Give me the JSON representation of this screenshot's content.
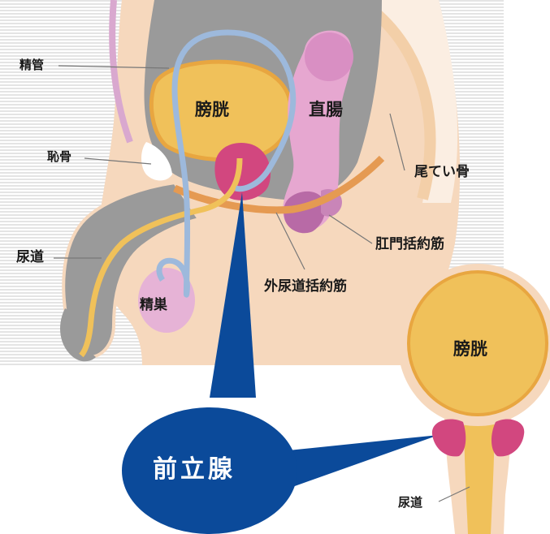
{
  "labels": {
    "vas_deferens": "精管",
    "bladder": "膀胱",
    "rectum": "直腸",
    "pubic_bone": "恥骨",
    "tailbone": "尾てい骨",
    "urethra": "尿道",
    "anal_sphincter": "肛門括約筋",
    "external_urethral_sphincter": "外尿道括約筋",
    "testis": "精巣",
    "inset_bladder": "膀胱",
    "inset_urethra": "尿道",
    "prostate_callout": "前立腺"
  },
  "colors": {
    "background_stripe": "#e4e4e4",
    "body_tissue": "#f6d8bd",
    "gray_cavity": "#9a9a9a",
    "bladder_fill": "#f0c15a",
    "bladder_outline": "#e8a640",
    "prostate": "#d2477f",
    "rectum": "#e6a7d0",
    "rectum_dark": "#b86aa6",
    "tubes": "#9db9dc",
    "urethra": "#f0c15a",
    "muscle": "#e59a52",
    "callout_blue": "#0b4a9a"
  }
}
